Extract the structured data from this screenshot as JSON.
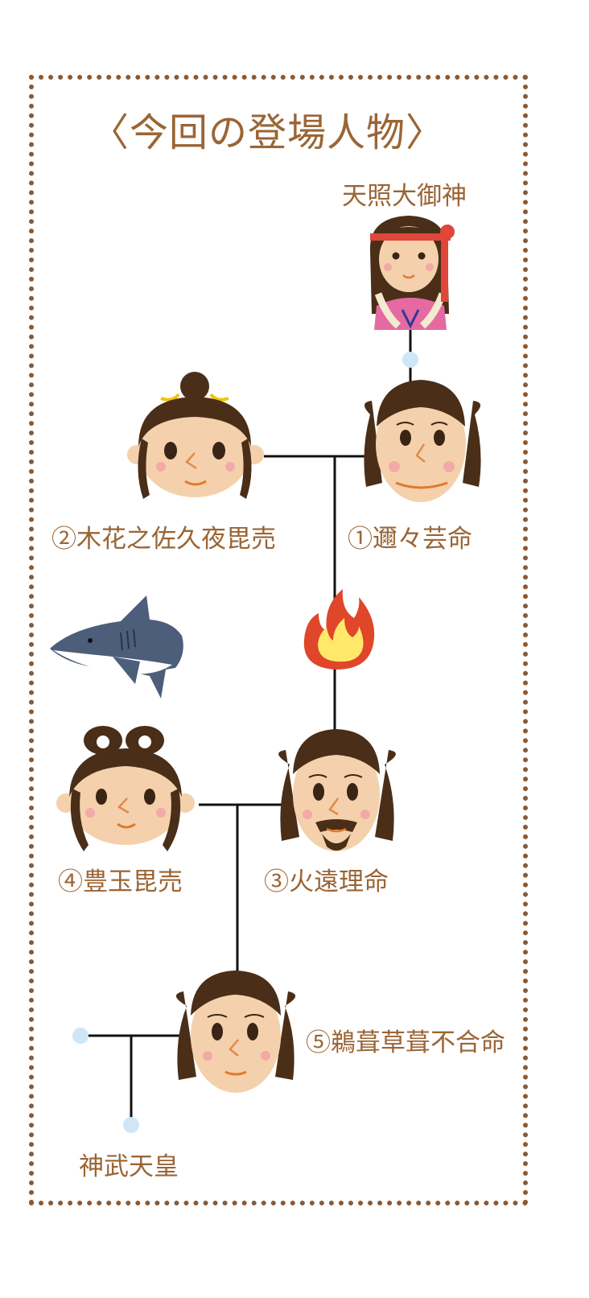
{
  "title": "〈今回の登場人物〉",
  "colors": {
    "frame": "#8a5a35",
    "text": "#9a6535",
    "line": "#111111",
    "node_dot": "#cfe6f7",
    "hair": "#4a2e18",
    "skin": "#f4d1ac",
    "fire_outer": "#e0462a",
    "fire_inner": "#ffe86a"
  },
  "people": {
    "amaterasu": {
      "name": "天照大御神"
    },
    "ninigi": {
      "name": "①邇々芸命"
    },
    "konohana": {
      "name": "②木花之佐久夜毘売"
    },
    "hoori": {
      "name": "③火遠理命"
    },
    "toyotama": {
      "name": "④豊玉毘売"
    },
    "ugaya": {
      "name": "⑤鵜葺草葺不合命"
    },
    "jimmu": {
      "name": "神武天皇"
    }
  },
  "icons": [
    "shark-icon",
    "fire-icon"
  ]
}
